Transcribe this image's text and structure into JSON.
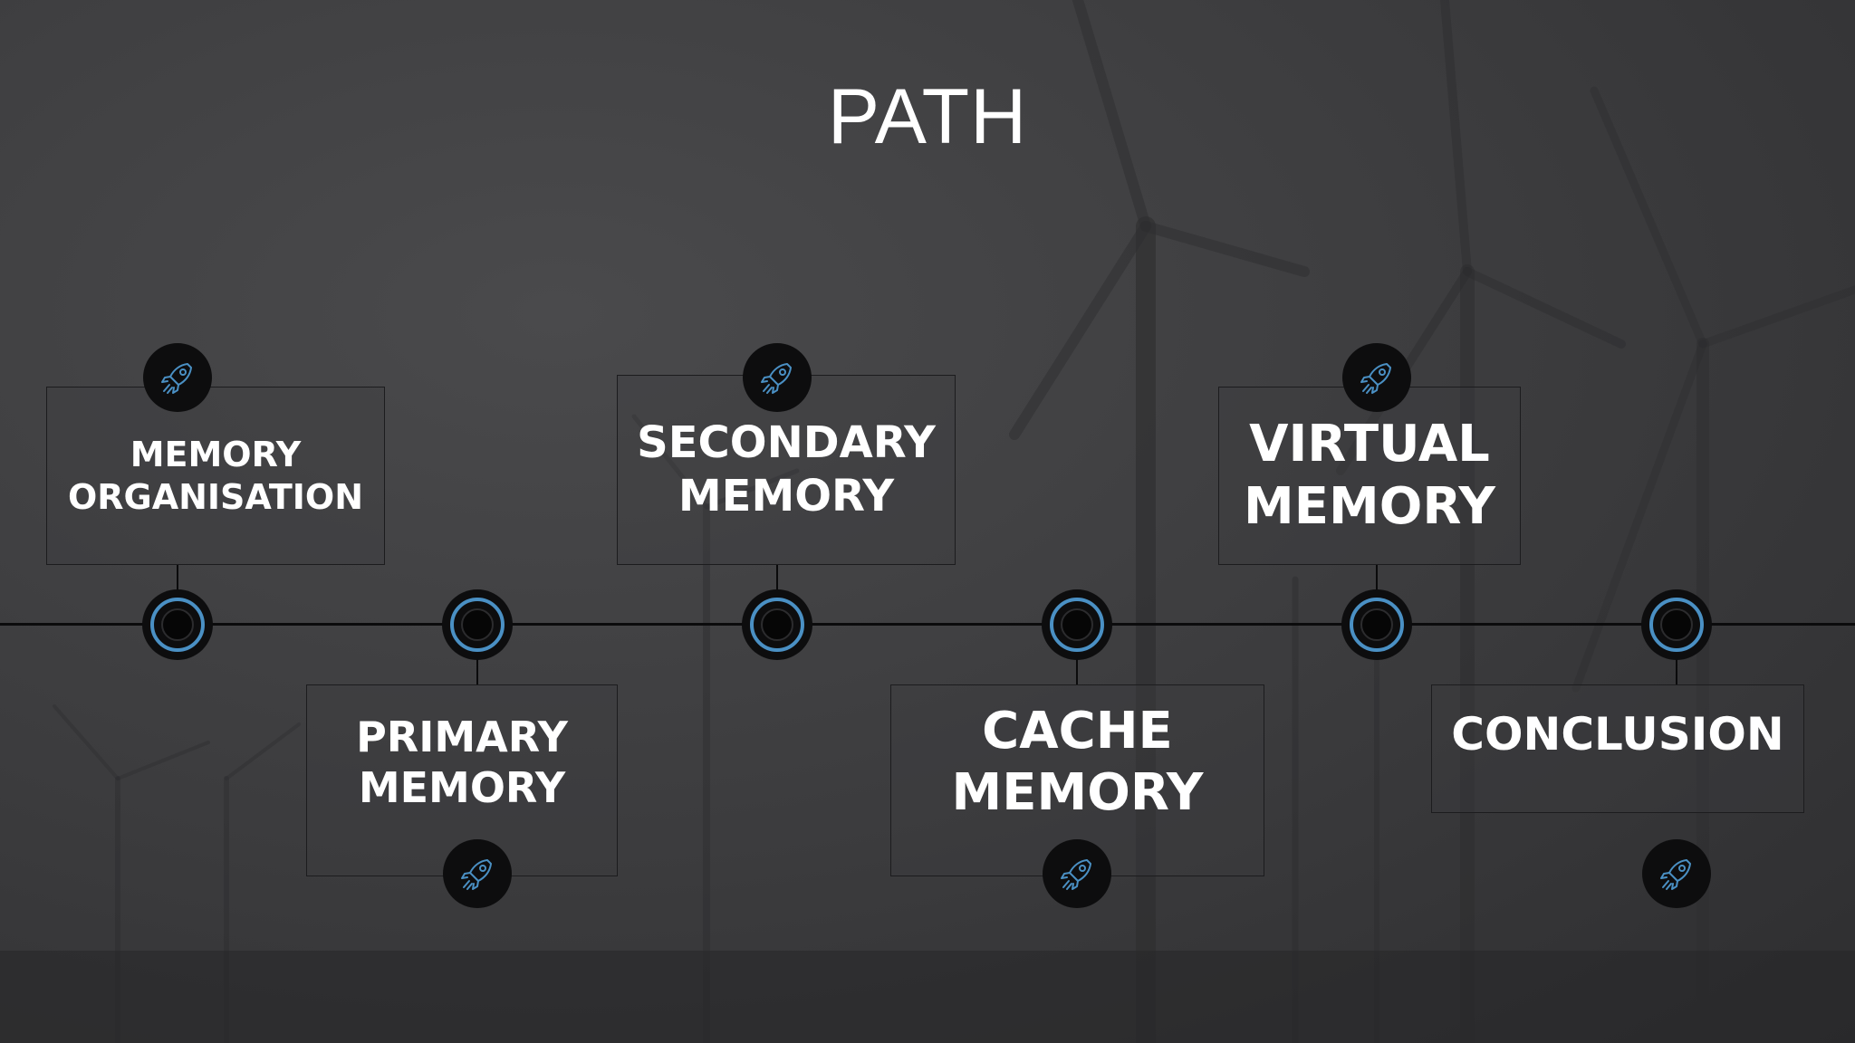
{
  "slide": {
    "title": "PATH",
    "items": [
      {
        "line1": "MEMORY",
        "line2": "ORGANISATION"
      },
      {
        "line1": "PRIMARY",
        "line2": "MEMORY"
      },
      {
        "line1": "SECONDARY",
        "line2": "MEMORY"
      },
      {
        "line1": "CACHE",
        "line2": "MEMORY"
      },
      {
        "line1": "VIRTUAL",
        "line2": "MEMORY"
      },
      {
        "line1": "CONCLUSION"
      }
    ]
  },
  "colors": {
    "background": "#3b3b3d",
    "accent_ring": "#4a90c4",
    "text": "#ffffff",
    "line": "#0b0b0c"
  },
  "icons": [
    "rocket-icon",
    "timeline-node-icon"
  ]
}
